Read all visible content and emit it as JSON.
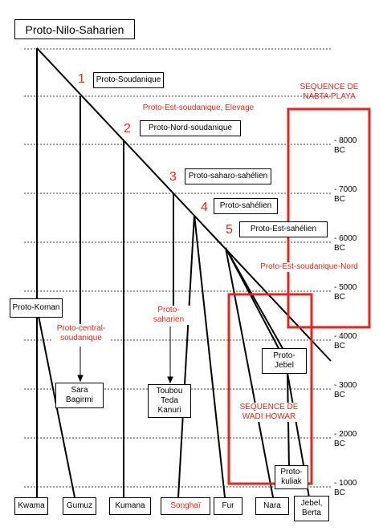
{
  "title": "Proto-Nilo-Saharien",
  "colors": {
    "accent": "#e8231a",
    "line": "#000000"
  },
  "nodes": {
    "proto_soudanique": {
      "num": "1",
      "label": "Proto-Soudanique"
    },
    "proto_nord": {
      "num": "2",
      "label": "Proto-Nord-soudanique"
    },
    "proto_saharo": {
      "num": "3",
      "label": "Proto-saharo-sahélien"
    },
    "proto_sahelien": {
      "num": "4",
      "label": "Proto-sahélien"
    },
    "proto_est_sahelien": {
      "num": "5",
      "label": "Proto-Est-sahélien"
    }
  },
  "annotations": {
    "est_soudanique_elevage": "Proto-Est-soudanique, Elevage",
    "est_soudanique_nord": "Proto-Est-soudanique-Nord",
    "nabta": "SEQUENCE DE\nNABTA PLAYA",
    "wadi": "SEQUENCE DE\nWADI HOWAR"
  },
  "intermediate": {
    "proto_koman": "Proto-Koman",
    "proto_central": "Proto-central-\nsoudanique",
    "proto_saharien": "Proto-\nsaharien",
    "proto_jebel": "Proto-\nJebel",
    "proto_kuliak": "Proto-\nkuliak",
    "sara": "Sara\nBagirmi",
    "toubou": "Toubou\nTeda\nKanuri"
  },
  "leaves": {
    "kwama": "Kwama",
    "gumuz": "Gumuz",
    "kumana": "Kumana",
    "songhai": "Songhaï",
    "fur": "Fur",
    "nara": "Nara",
    "jebel_berta": "Jebel,\nBerta"
  },
  "timeline": [
    "- 8000\nBC",
    "- 7000\nBC",
    "- 6000\nBC",
    "- 5000\nBC",
    "- 4000\nBC",
    "- 3000\nBC",
    "- 2000\nBC",
    "- 1000\nBC"
  ]
}
